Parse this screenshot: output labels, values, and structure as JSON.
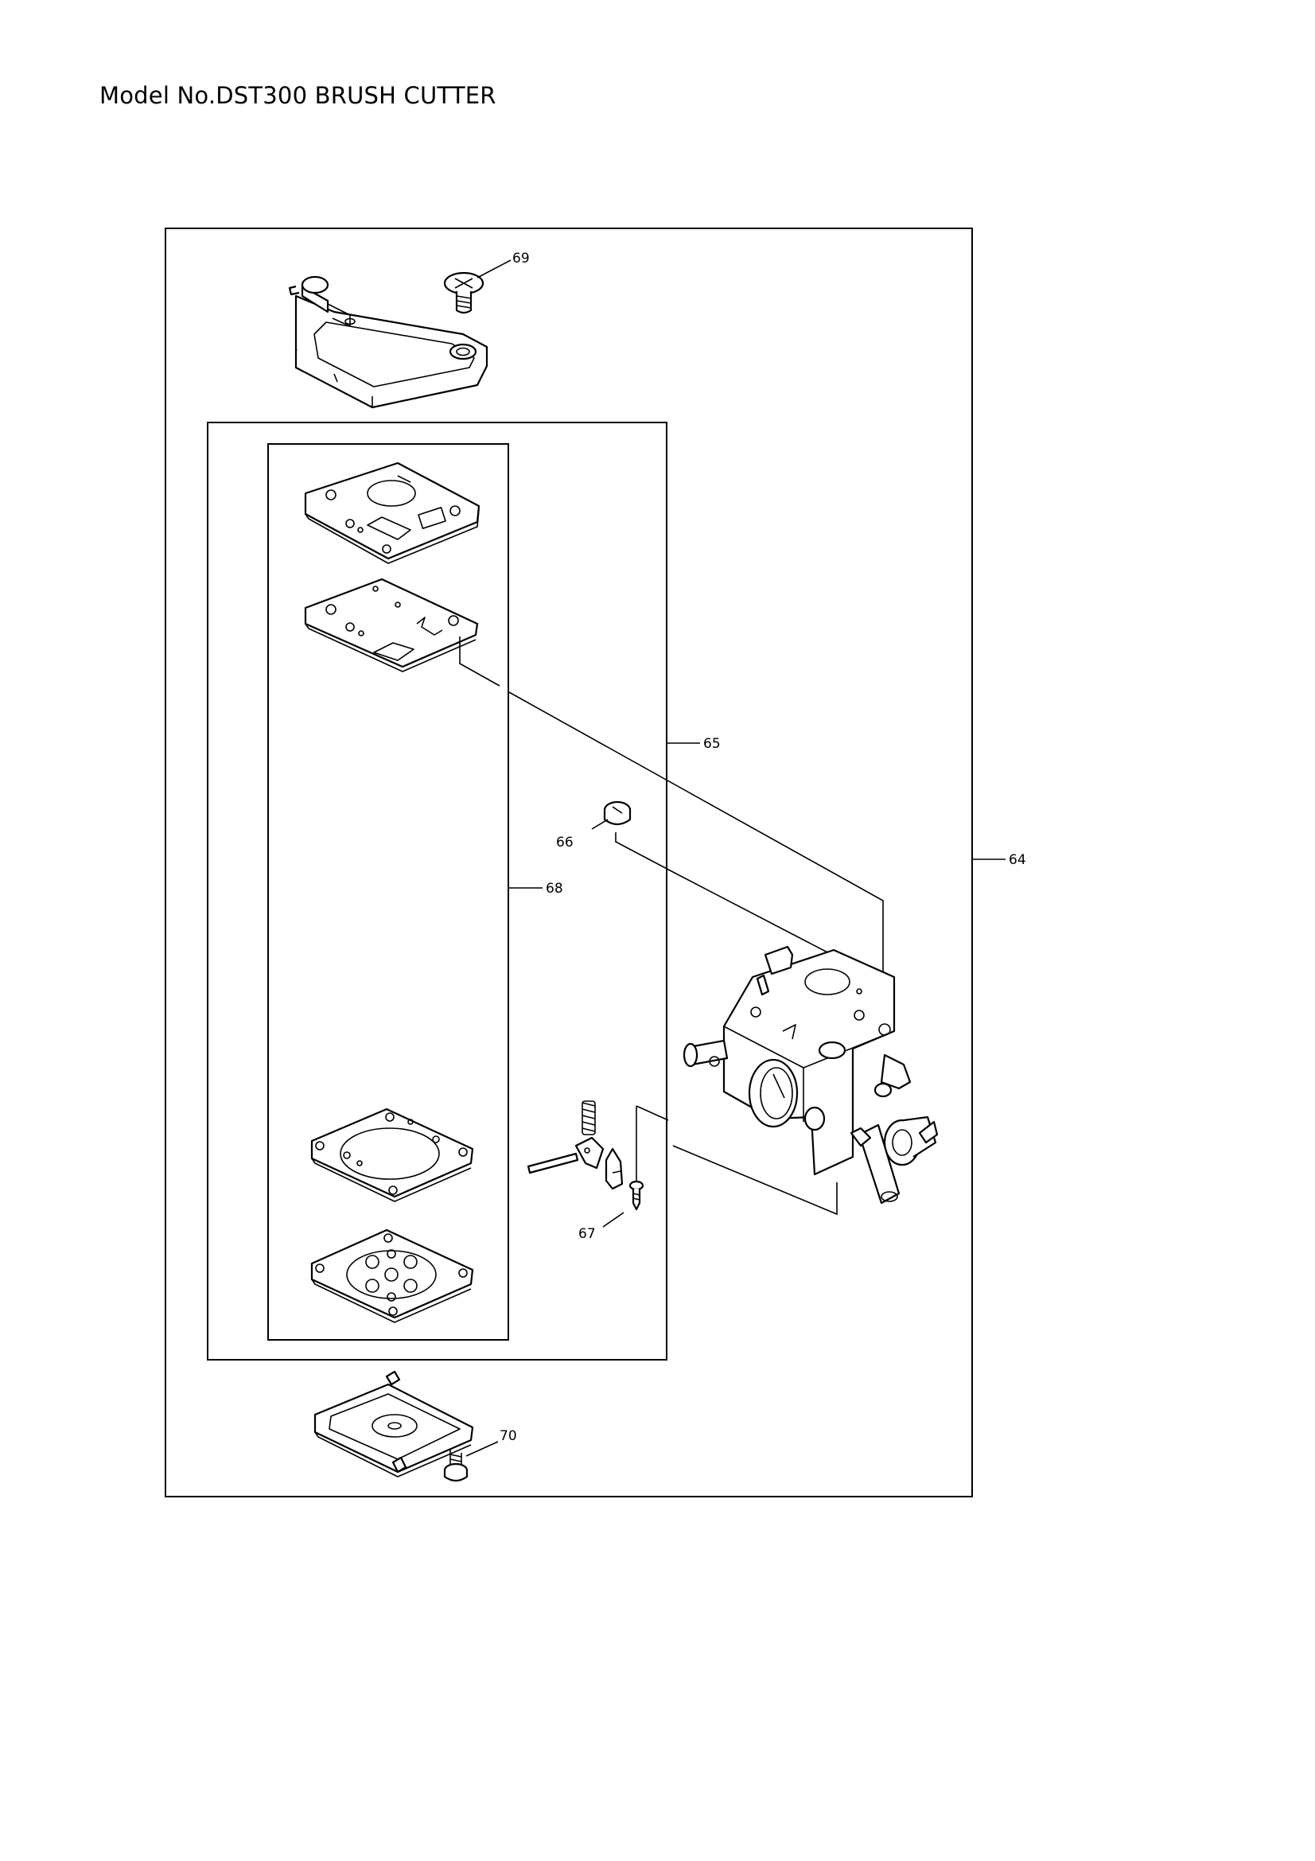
{
  "title": "Model No.DST300 BRUSH CUTTER",
  "callouts": {
    "c64": "64",
    "c65": "65",
    "c66": "66",
    "c67": "67",
    "c68": "68",
    "c69": "69",
    "c70": "70"
  }
}
